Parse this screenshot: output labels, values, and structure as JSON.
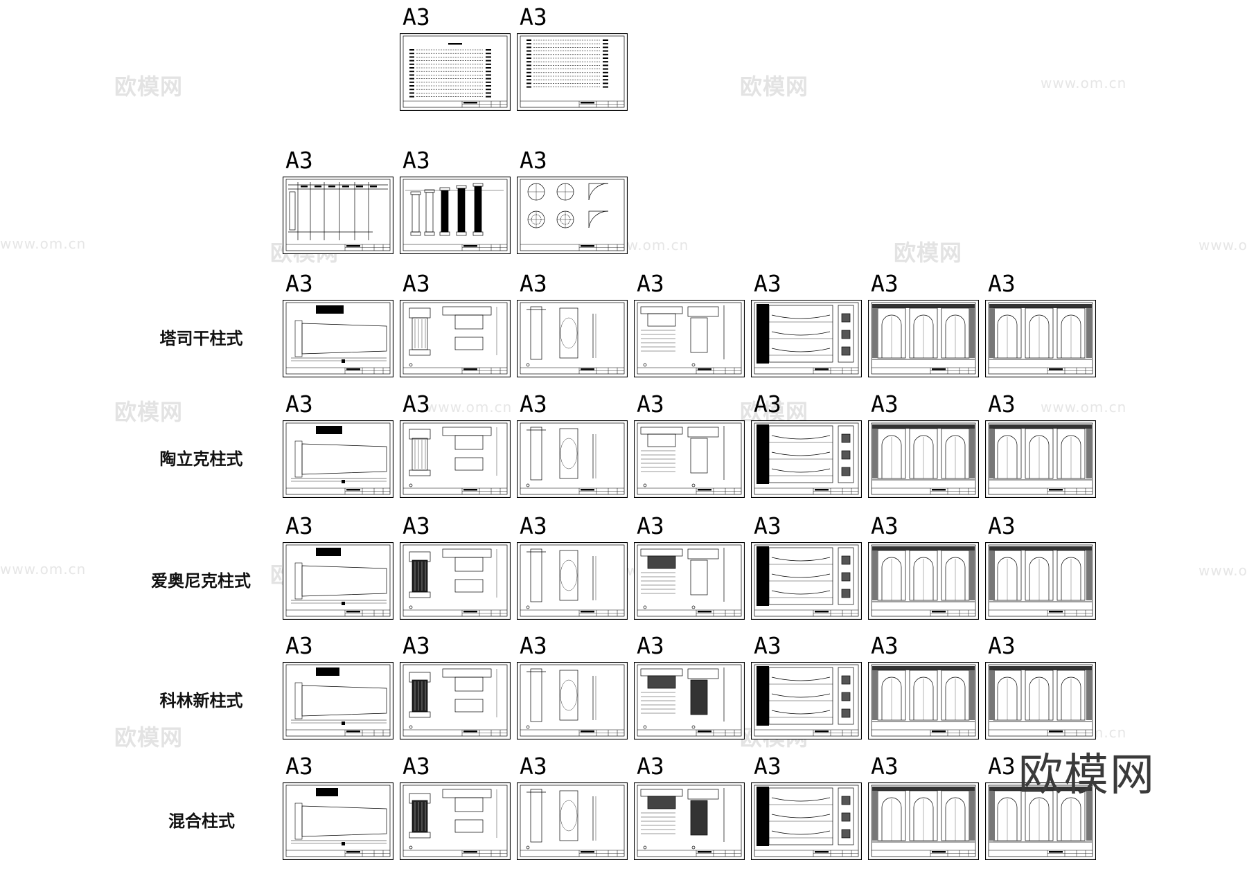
{
  "watermark": {
    "brand": "欧模网",
    "url": "www.om.cn"
  },
  "brand_logo": "欧模网",
  "sheet_size_label": "A3",
  "sections": [
    {
      "row_label": "",
      "sheets": [
        "cover-index",
        "cover-index-2"
      ]
    },
    {
      "row_label": "",
      "sheets": [
        "table",
        "column-elevations",
        "geometry-details"
      ]
    },
    {
      "row_label": "塔司干柱式",
      "sheets": [
        "title",
        "capital-detail",
        "column-elev",
        "section-detail",
        "wall-elev",
        "arcade",
        "arcade-2"
      ]
    },
    {
      "row_label": "陶立克柱式",
      "sheets": [
        "title",
        "capital-detail",
        "column-elev",
        "section-detail",
        "wall-elev",
        "arcade",
        "arcade-2"
      ]
    },
    {
      "row_label": "爱奥尼克柱式",
      "sheets": [
        "title",
        "capital-detail",
        "column-elev",
        "section-detail",
        "wall-elev",
        "arcade",
        "arcade-2"
      ]
    },
    {
      "row_label": "科林新柱式",
      "sheets": [
        "title",
        "capital-detail",
        "column-elev",
        "section-detail",
        "wall-elev",
        "arcade",
        "arcade-2"
      ]
    },
    {
      "row_label": "混合柱式",
      "sheets": [
        "title",
        "capital-detail",
        "column-elev",
        "section-detail",
        "wall-elev",
        "arcade",
        "arcade-2"
      ]
    }
  ]
}
